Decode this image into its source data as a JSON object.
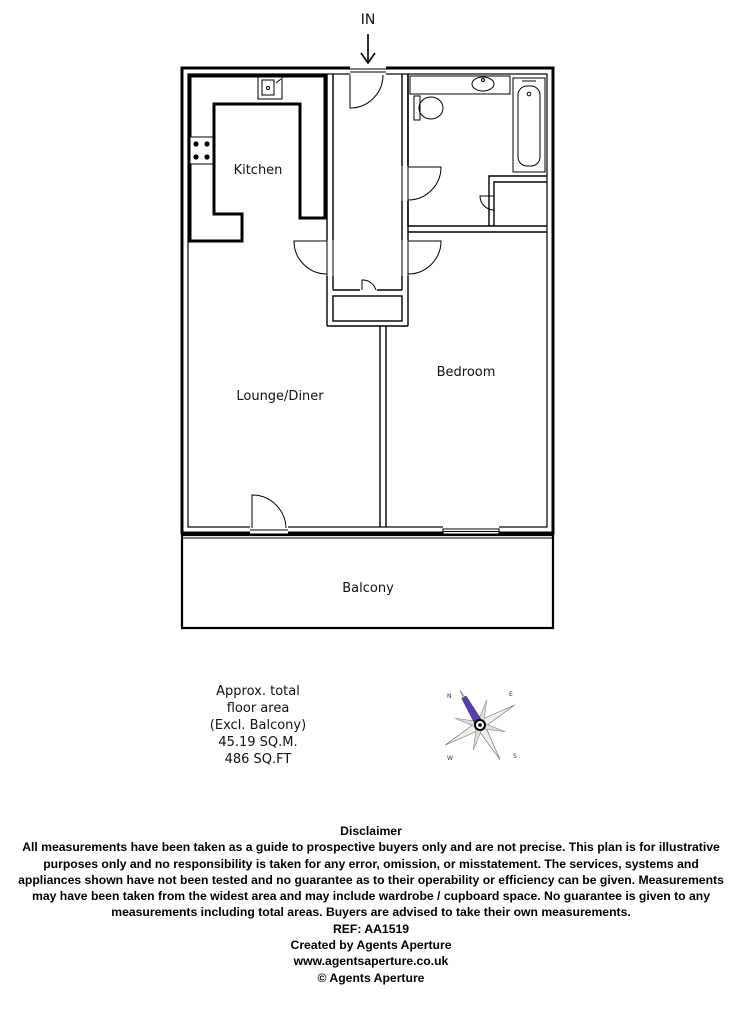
{
  "plan": {
    "entrance_label": "IN",
    "rooms": {
      "kitchen": "Kitchen",
      "lounge": "Lounge/Diner",
      "bedroom": "Bedroom",
      "balcony": "Balcony"
    }
  },
  "area": {
    "line1": "Approx. total",
    "line2": "floor area",
    "line3": "(Excl. Balcony)",
    "sqm": "45.19 SQ.M.",
    "sqft": "486 SQ.FT"
  },
  "compass": {
    "n": "N",
    "e": "E",
    "s": "S",
    "w": "W",
    "needle_color": "#5a3fa8"
  },
  "disclaimer": {
    "title": "Disclaimer",
    "body": "All measurements have been taken as a guide to prospective buyers only and are not precise. This plan is for illustrative purposes only and no responsibility is taken for any error, omission, or misstatement. The services, systems and appliances shown have not been tested and no guarantee as to their operability or efficiency can be given. Measurements may have been taken from the widest area and may include wardrobe / cupboard space. No guarantee is given to any measurements including total areas. Buyers are advised to take their own measurements.",
    "ref": "REF: AA1519",
    "created_by": "Created by Agents Aperture",
    "website": "www.agentsaperture.co.uk",
    "copyright": "© Agents Aperture"
  }
}
